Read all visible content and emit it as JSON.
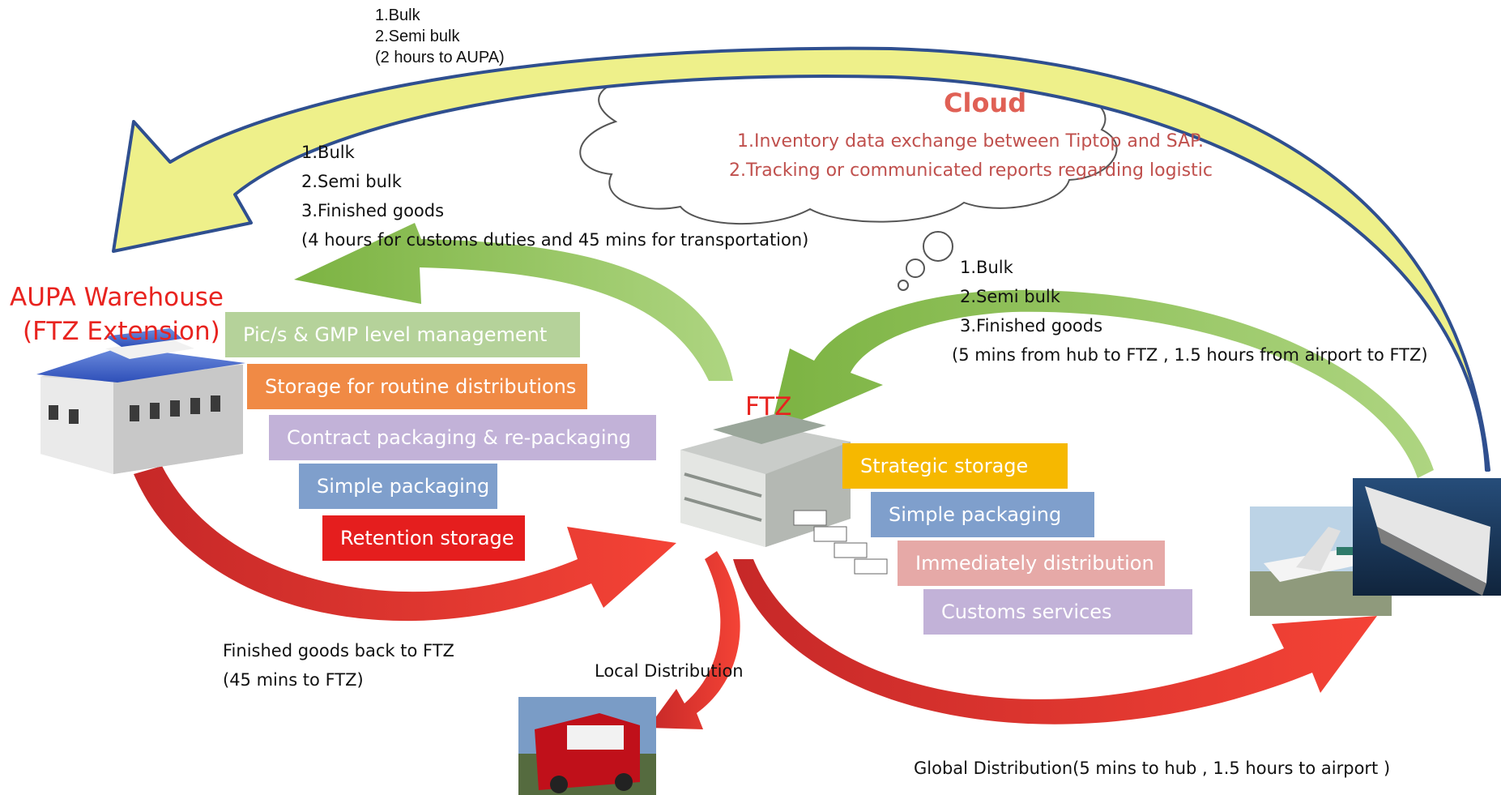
{
  "top_note": {
    "line1": "1.Bulk",
    "line2": "2.Semi bulk",
    "line3": "(2 hours to AUPA)"
  },
  "cloud": {
    "title": "Cloud",
    "line1": "1.Inventory data exchange between Tiptop and SAP.",
    "line2": "2.Tracking or communicated reports regarding logistic"
  },
  "to_aupa_note": {
    "line1": "1.Bulk",
    "line2": "2.Semi bulk",
    "line3": "3.Finished goods",
    "line4": "(4 hours for customs duties and 45 mins for transportation)"
  },
  "to_ftz_note": {
    "line1": "1.Bulk",
    "line2": "2.Semi bulk",
    "line3": "3.Finished goods",
    "line4": "(5 mins from hub  to FTZ , 1.5  hours from  airport  to FTZ)"
  },
  "aupa": {
    "title_line1": "AUPA Warehouse",
    "title_line2": "(FTZ Extension)",
    "services": [
      {
        "label": "Pic/s & GMP level  management",
        "color": "#b5d29a"
      },
      {
        "label": "Storage for  routine distributions",
        "color": "#f08a45"
      },
      {
        "label": "Contract packaging & re-packaging",
        "color": "#c2b2d8"
      },
      {
        "label": "Simple packaging",
        "color": "#7f9fcc"
      },
      {
        "label": "Retention storage",
        "color": "#e51e1e"
      }
    ]
  },
  "ftz": {
    "title": "FTZ",
    "services": [
      {
        "label": "Strategic storage",
        "color": "#f6b800"
      },
      {
        "label": "Simple packaging",
        "color": "#7f9fcc"
      },
      {
        "label": "Immediately distribution",
        "color": "#e6a9a7"
      },
      {
        "label": "Customs services",
        "color": "#c2b2d8"
      }
    ]
  },
  "back_note": {
    "line1": "Finished goods back to FTZ",
    "line2": "(45 mins to FTZ)"
  },
  "local_distribution": "Local Distribution",
  "global_distribution": "Global Distribution(5 mins to  hub , 1.5 hours to airport )",
  "colors": {
    "yellow_arrow": "#eef08a",
    "yellow_outline": "#2f4f8f",
    "green_arrow": "#8bc34a",
    "red_arrow": "#e8231f"
  }
}
